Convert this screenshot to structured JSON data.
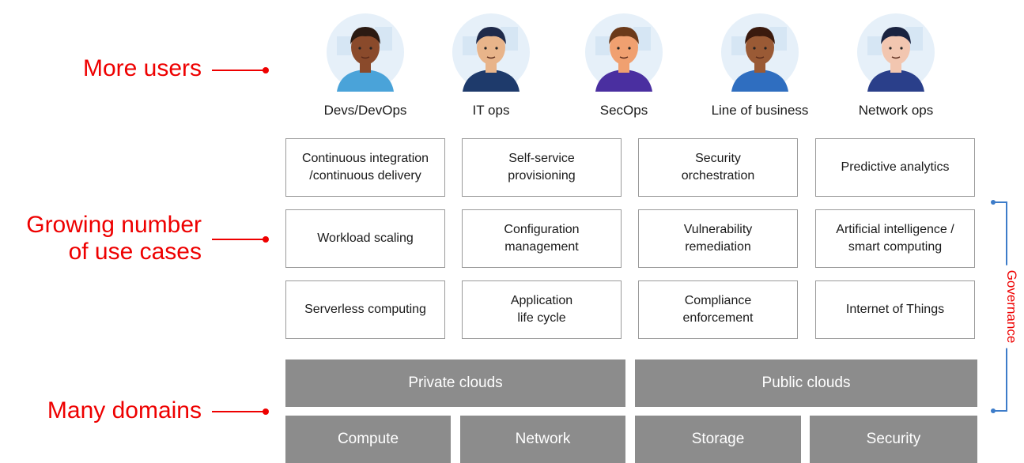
{
  "left_labels": {
    "users": "More users",
    "use_cases_line1": "Growing number",
    "use_cases_line2": "of use cases",
    "domains": "Many domains"
  },
  "personas": [
    {
      "label": "Devs/DevOps",
      "skin": "#8a4a2b",
      "hair": "#2b1a12",
      "shirt": "#4aa3d9"
    },
    {
      "label": "IT ops",
      "skin": "#e8b48a",
      "hair": "#1f2a4a",
      "shirt": "#1e3a6b"
    },
    {
      "label": "SecOps",
      "skin": "#f0a070",
      "hair": "#6b3a1a",
      "shirt": "#4a2fa0"
    },
    {
      "label": "Line of business",
      "skin": "#9a5a35",
      "hair": "#3a1a0e",
      "shirt": "#2f6ec0"
    },
    {
      "label": "Network ops",
      "skin": "#f2c6b0",
      "hair": "#1a2340",
      "shirt": "#2a3f8a"
    }
  ],
  "use_cases": [
    [
      "Continuous integration\n/continuous delivery",
      "Self-service\nprovisioning",
      "Security\norchestration",
      "Predictive analytics"
    ],
    [
      "Workload scaling",
      "Configuration\nmanagement",
      "Vulnerability\nremediation",
      "Artificial intelligence /\nsmart computing"
    ],
    [
      "Serverless computing",
      "Application\nlife cycle",
      "Compliance\nenforcement",
      "Internet of Things"
    ]
  ],
  "clouds": {
    "private": "Private clouds",
    "public": "Public clouds"
  },
  "domains": [
    "Compute",
    "Network",
    "Storage",
    "Security"
  ],
  "governance": "Governance",
  "colors": {
    "accent_red": "#ee0000",
    "governance_blue": "#3d7cc9",
    "domain_gray": "#8c8c8c",
    "box_border": "#9a9a9a"
  }
}
